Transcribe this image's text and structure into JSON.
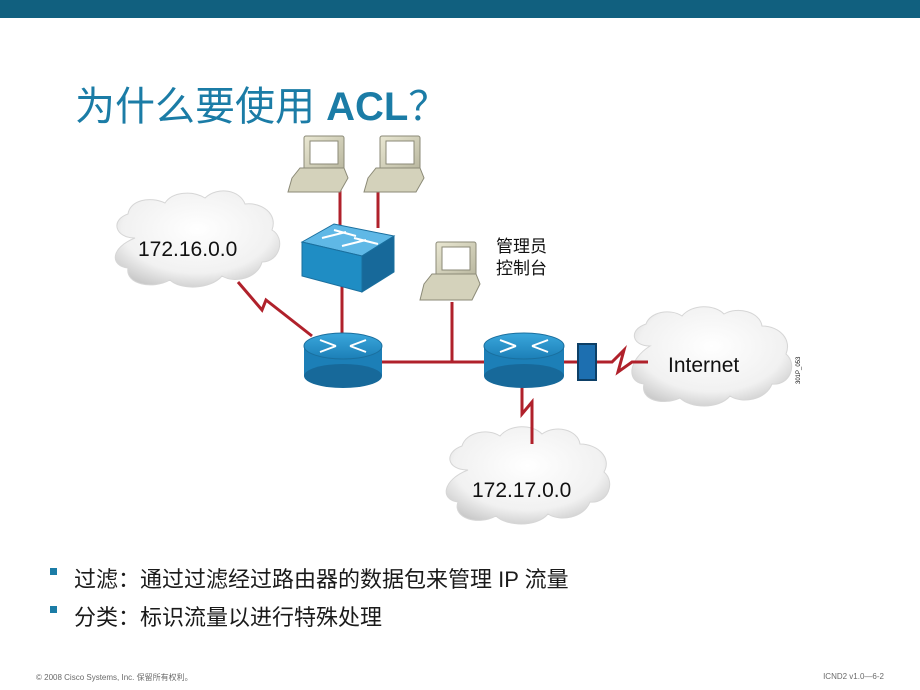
{
  "slide": {
    "title_prefix": "为什么要使用 ",
    "title_bold": "ACL",
    "title_suffix": "？"
  },
  "diagram": {
    "clouds": {
      "left": "172.16.0.0",
      "bottom": "172.17.0.0",
      "internet": "Internet"
    },
    "admin_label_line1": "管理员",
    "admin_label_line2": "控制台",
    "figure_id": "301P_053",
    "colors": {
      "link": "#b0212b",
      "device": "#1f8dc4",
      "firewall": "#1d6fb0"
    }
  },
  "bullets": [
    "过滤：通过过滤经过路由器的数据包来管理 IP 流量",
    "分类：标识流量以进行特殊处理"
  ],
  "footer": {
    "copyright": "© 2008 Cisco Systems, Inc. 保留所有权利。",
    "course": "ICND2 v1.0—6-2"
  }
}
